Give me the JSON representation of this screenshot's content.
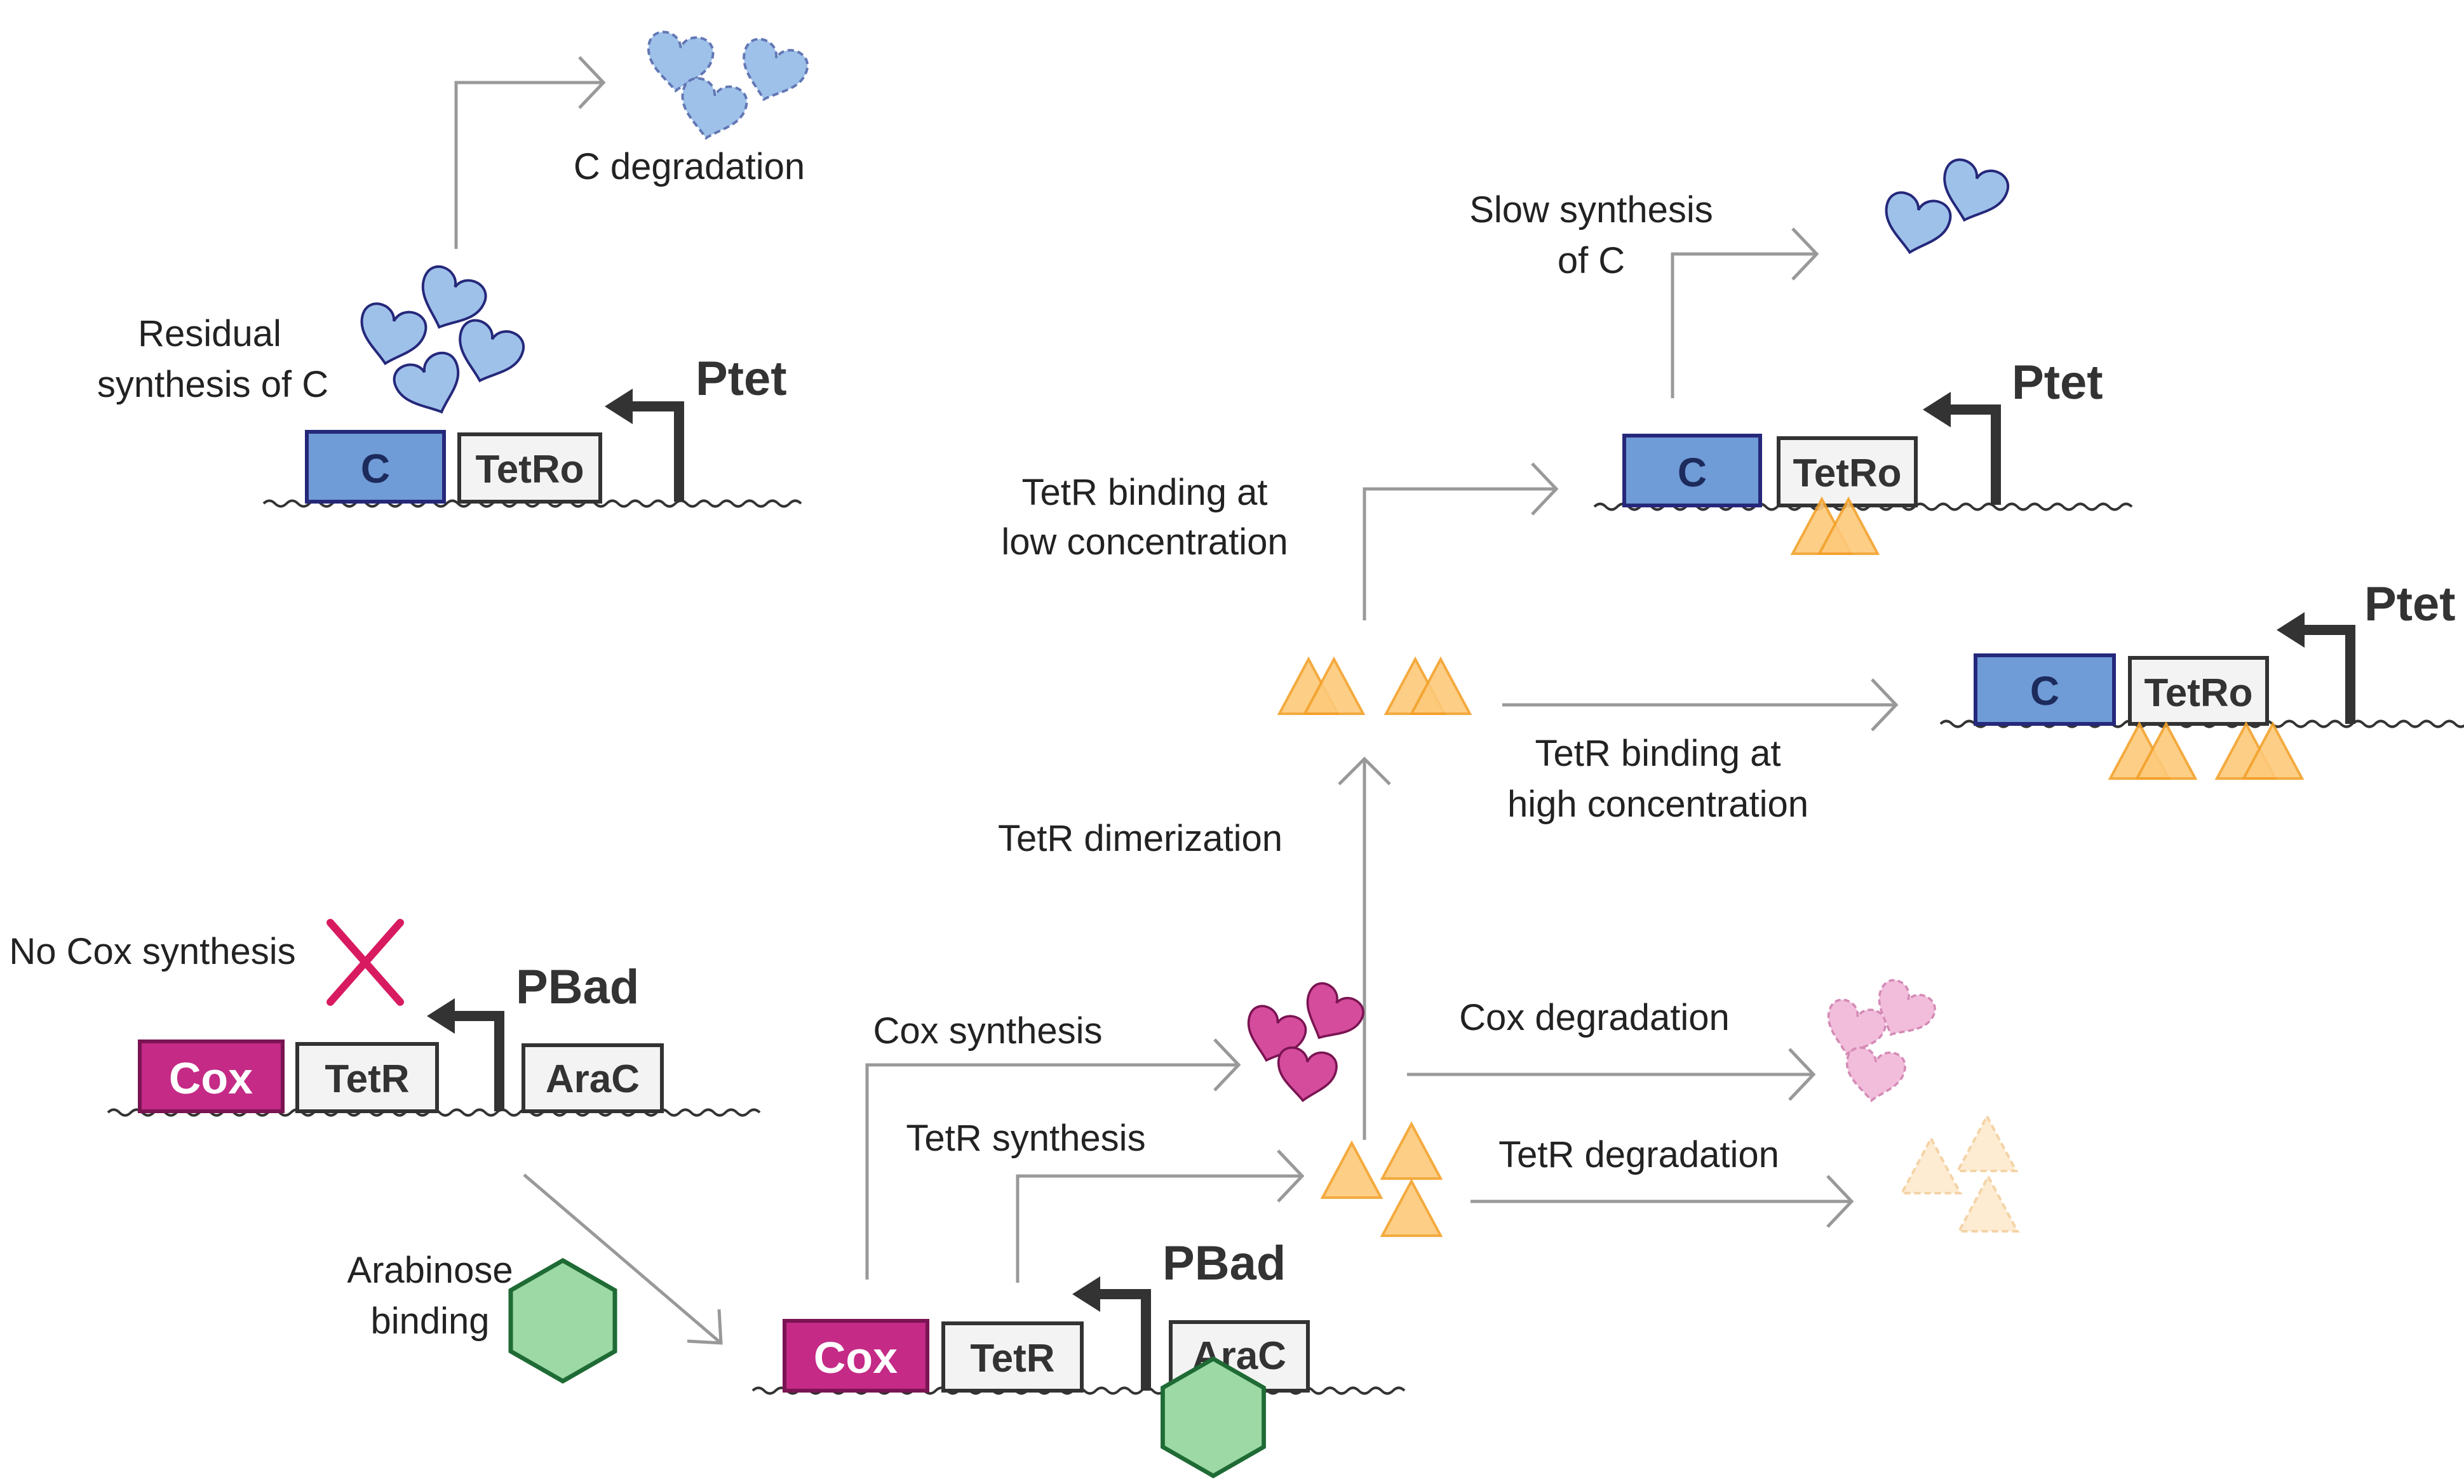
{
  "labels": {
    "c_degradation": "C degradation",
    "residual_line1": "Residual",
    "residual_line2": "synthesis of C",
    "slow_line1": "Slow synthesis",
    "slow_line2": "of C",
    "tetr_low_line1": "TetR binding at",
    "tetr_low_line2": "low concentration",
    "tetr_high_line1": "TetR binding at",
    "tetr_high_line2": "high concentration",
    "tetr_dimerization": "TetR dimerization",
    "no_cox": "No Cox synthesis",
    "cox_synthesis": "Cox synthesis",
    "tetr_synthesis": "TetR synthesis",
    "cox_degradation": "Cox degradation",
    "tetr_degradation": "TetR degradation",
    "arabinose_line1": "Arabinose",
    "arabinose_line2": "binding"
  },
  "promoters": {
    "ptet": "Ptet",
    "pbad": "PBad"
  },
  "genes": {
    "c": "C",
    "tetro": "TetRo",
    "cox": "Cox",
    "tetr": "TetR",
    "arac": "AraC"
  },
  "colors": {
    "c_gene": "#6f9bd6",
    "cox_gene": "#c42a86",
    "tetr_protein": "#fdc97a",
    "arabinose": "#9cd9a4",
    "no_synthesis_cross": "#d81b60"
  }
}
